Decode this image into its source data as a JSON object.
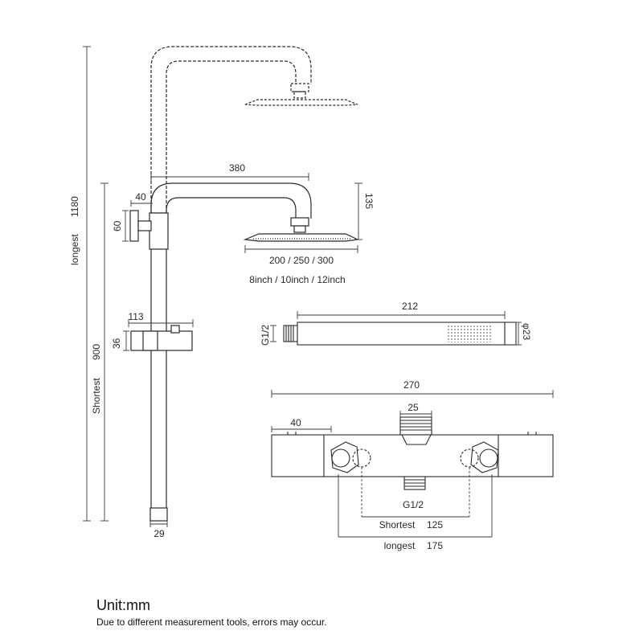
{
  "shower_column": {
    "longest_label": "longest",
    "longest_value": "1180",
    "shortest_label": "Shortest",
    "shortest_value": "900",
    "arm_reach": "380",
    "wall_bracket_offset": "40",
    "wall_bracket_height": "60",
    "head_drop": "135",
    "head_sizes_mm": "200 / 250 / 300",
    "head_sizes_inch": "8inch / 10inch / 12inch",
    "slider_width": "113",
    "slider_height": "36",
    "pipe_diameter": "29"
  },
  "hand_shower": {
    "length": "212",
    "thread": "G1/2",
    "diameter": "φ23"
  },
  "mixer_valve": {
    "total_length": "270",
    "top_outlet": "25",
    "side_offset": "40",
    "inlet_thread": "G1/2",
    "shortest_label": "Shortest",
    "shortest_value": "125",
    "longest_label": "longest",
    "longest_value": "175"
  },
  "footer": {
    "unit": "Unit:mm",
    "note": "Due to different measurement tools, errors may occur."
  },
  "colors": {
    "line": "#2a2a2a",
    "dim": "#3a3a3a",
    "ghost": "#9a9a9a"
  }
}
